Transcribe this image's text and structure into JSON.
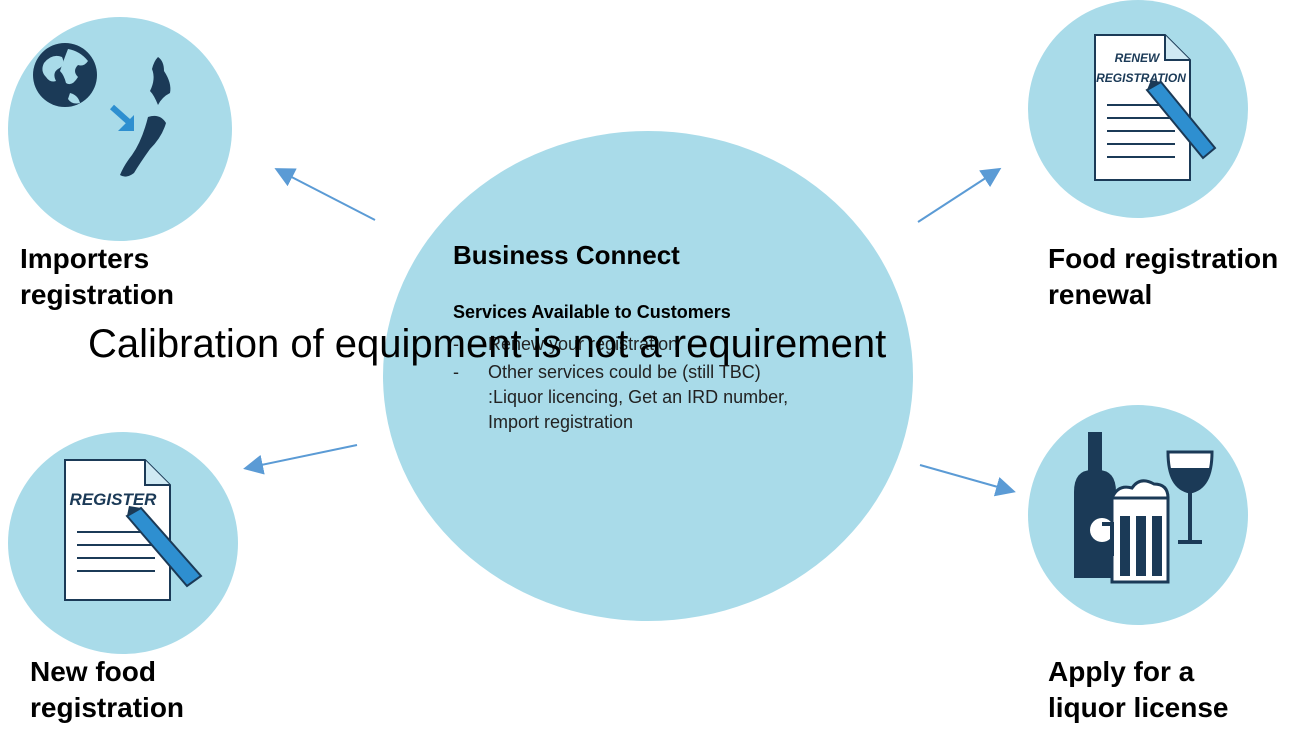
{
  "hub": {
    "title": "Business Connect",
    "subtitle": "Services Available to Customers",
    "bullets": [
      {
        "marker": "-",
        "text": "Renew your registration"
      },
      {
        "marker": "-",
        "text": "Other services could be (still TBC) :Liquor licencing, Get an IRD number, Import registration"
      }
    ]
  },
  "nodes": {
    "importers": {
      "label_line1": "Importers",
      "label_line2": "registration",
      "icon": "globe-to-new-zealand-icon"
    },
    "renewal": {
      "label_line1": "Food registration",
      "label_line2": "renewal",
      "icon": "renew-registration-document-icon",
      "icon_text_line1": "RENEW",
      "icon_text_line2": "REGISTRATION"
    },
    "new_food": {
      "label_line1": "New food",
      "label_line2": "registration",
      "icon": "register-document-icon",
      "icon_text": "REGISTER"
    },
    "liquor": {
      "label_line1": "Apply for a",
      "label_line2": "liquor license",
      "icon": "liquor-bottle-beer-wine-icon"
    }
  },
  "overlay_note": "Calibration of equipment is not a requirement",
  "colors": {
    "circle_fill": "#a9dbe9",
    "arrow": "#5b9bd5",
    "icon_dark": "#1b3a57",
    "icon_accent": "#2e8fd0"
  }
}
